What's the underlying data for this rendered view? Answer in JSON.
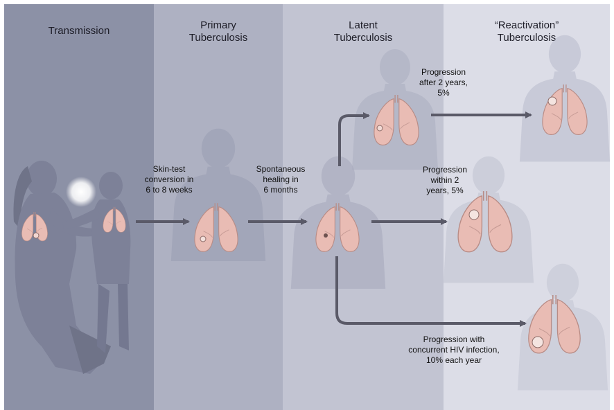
{
  "columns": [
    {
      "title": "Transmission",
      "color": "#8c91a6"
    },
    {
      "title": "Primary\nTuberculosis",
      "color": "#aeb1c2"
    },
    {
      "title": "Latent\nTuberculosis",
      "color": "#c2c4d2"
    },
    {
      "title": "“Reactivation”\nTuberculosis",
      "color": "#dcdde7"
    }
  ],
  "labels": {
    "skin_test": "Skin-test\nconversion in\n6 to 8 weeks",
    "spontaneous": "Spontaneous\nhealing in\n6 months",
    "prog_after2": "Progression\nafter 2 years,\n5%",
    "prog_within2": "Progression\nwithin 2\nyears, 5%",
    "prog_hiv": "Progression with\nconcurrent HIV infection,\n10% each year"
  },
  "colors": {
    "arrow": "#5a5a68",
    "lung": "#e9bcb4",
    "lung_edge": "#b88c86",
    "silhouette": "#9498ac"
  }
}
